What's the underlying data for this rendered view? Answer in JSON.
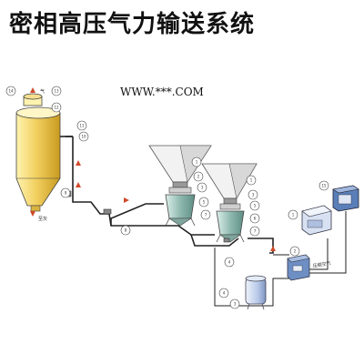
{
  "title": "密相高压气力输送系统",
  "watermark": "WWW.***.COM",
  "labels": {
    "gas_top": "气",
    "ash_bottom": "至灰",
    "air_source": "压缩空气"
  },
  "callouts": [
    "1",
    "2",
    "3",
    "4",
    "5",
    "6",
    "7",
    "8",
    "9",
    "10",
    "11",
    "12",
    "13",
    "14",
    "15"
  ],
  "colors": {
    "silo": "#e8c040",
    "silo_light": "#fff3b0",
    "vessel": "#8fb9b0",
    "hopper": "#f2f2f2",
    "pipe": "#222222",
    "arrow": "#d04a2a",
    "tank": "#c9d6ef",
    "panel": "#5a7fb8"
  }
}
